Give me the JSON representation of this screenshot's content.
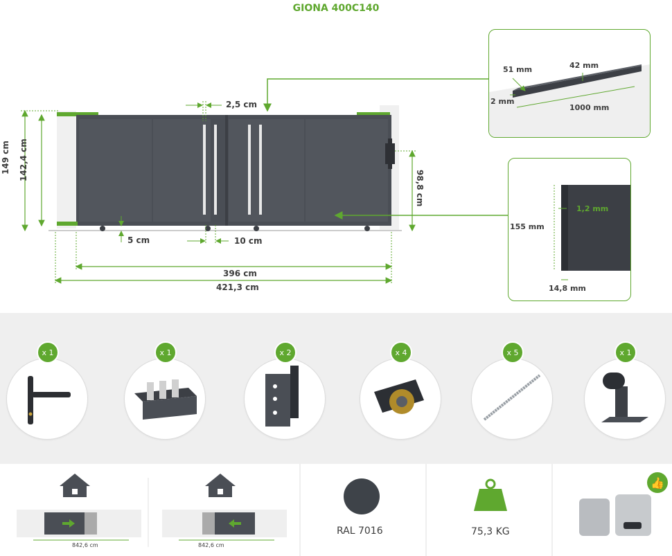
{
  "title": "GIONA 400C140",
  "colors": {
    "accent": "#5fa82f",
    "gate": "#4a4e55",
    "ral": "#3e4349"
  },
  "gate_dims": {
    "total_height": "149 cm",
    "panel_height": "142,4 cm",
    "post_height": "98,8 cm",
    "gap_top": "2,5 cm",
    "bottom_gap": "5 cm",
    "slat_gap": "10 cm",
    "gate_width": "396 cm",
    "total_width": "421,3 cm"
  },
  "rail_inset": {
    "w1": "51 mm",
    "w2": "42 mm",
    "thick": "2 mm",
    "length": "1000 mm"
  },
  "profile_inset": {
    "thick": "1,2 mm",
    "height": "155 mm",
    "depth": "14,8 mm"
  },
  "accessories": [
    {
      "qty": "x 1",
      "icon": "door-handle-icon"
    },
    {
      "qty": "x 1",
      "icon": "roller-guide-icon"
    },
    {
      "qty": "x 2",
      "icon": "bracket-icon"
    },
    {
      "qty": "x 4",
      "icon": "wheel-icon"
    },
    {
      "qty": "x 5",
      "icon": "rail-icon"
    },
    {
      "qty": "x 1",
      "icon": "stop-post-icon"
    }
  ],
  "bottom": {
    "opening_width_left": "842,6 cm",
    "opening_width_right": "842,6 cm",
    "color_name": "RAL 7016",
    "weight": "75,3 KG"
  }
}
